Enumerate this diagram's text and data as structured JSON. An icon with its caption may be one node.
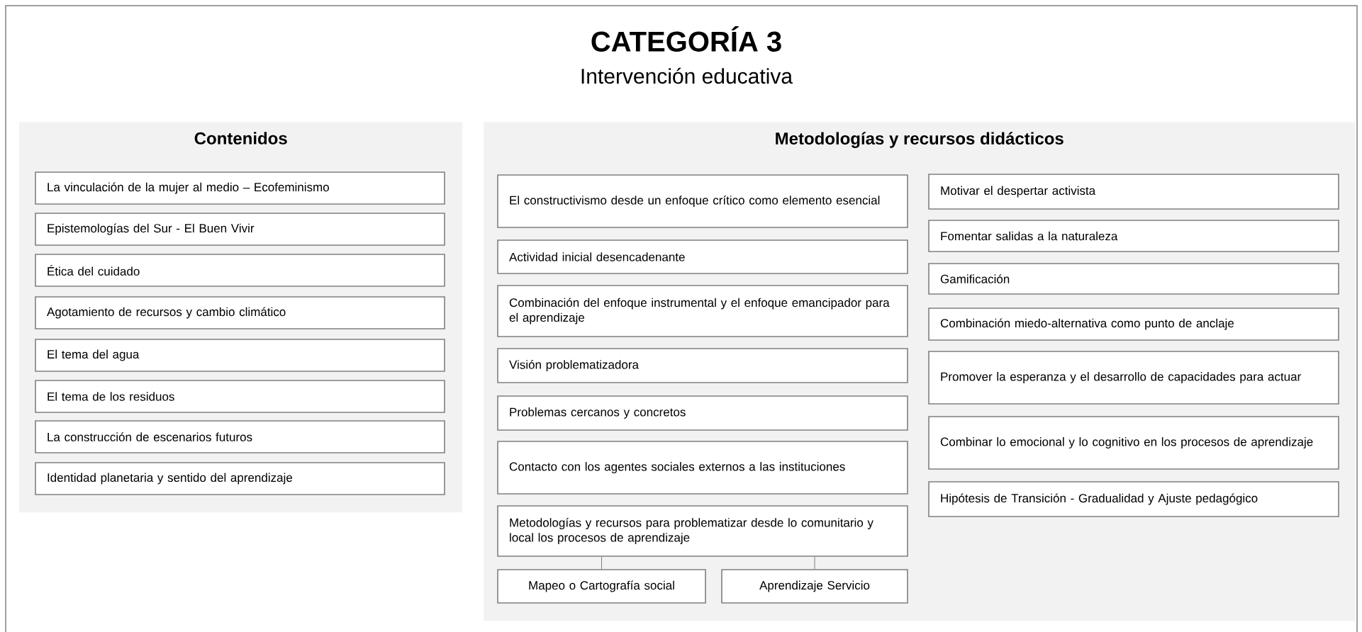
{
  "diagram": {
    "title": "CATEGORÍA 3",
    "nodes": [
      {
        "text": [
          "Contenidos"
        ]
      },
      {
        "text": [
          "La vinculación de la mujer al medio – Ecofeminismo"
        ],
        "in": 0
      },
      {
        "text": [
          "Epistemologías del Sur - El Buen Vivir"
        ],
        "in": 0
      },
      {
        "text": [
          "Ética del cuidado"
        ],
        "in": 0
      },
      {
        "text": [
          "Agotamiento de recursos y cambio climático"
        ],
        "in": 0
      },
      {
        "text": [
          "El tema del agua"
        ],
        "in": 0
      },
      {
        "text": [
          "El tema de los residuos"
        ],
        "in": 0
      },
      {
        "text": [
          "La construcción de escenarios futuros"
        ],
        "in": 0
      },
      {
        "text": [
          "Identidad planetaria y sentido del aprendizaje"
        ],
        "in": 0
      },
      {
        "text": [
          "Metodologías y recursos didácticos"
        ]
      },
      {
        "text": [
          "El constructivismo desde un enfoque crítico como elemento esencial"
        ],
        "in": 9
      },
      {
        "text": [
          "Actividad inicial desencadenante"
        ],
        "in": 9
      },
      {
        "text": [
          "Combinación del enfoque instrumental y el enfoque emancipador para el aprendizaje"
        ],
        "in": 9
      },
      {
        "text": [
          "Visión problematizadora"
        ],
        "in": 9
      },
      {
        "text": [
          "Problemas cercanos y concretos"
        ],
        "in": 9
      },
      {
        "text": [
          "Contacto con los agentes sociales externos a las instituciones"
        ],
        "in": 9
      },
      {
        "text": [
          "Metodologías y recursos para problematizar desde lo comunitario y local los procesos de aprendizaje"
        ],
        "in": 9
      },
      {
        "text": [
          "Mapeo o Cartografía social"
        ],
        "in": 9
      },
      {
        "text": [
          "Aprendizaje Servicio"
        ],
        "in": 9
      },
      {
        "text": [
          "Motivar el despertar activista"
        ],
        "in": 9
      },
      {
        "text": [
          "Fomentar salidas a la naturaleza"
        ],
        "in": 9
      },
      {
        "text": [
          "Gamificación"
        ],
        "in": 9
      },
      {
        "text": [
          "Combinación miedo-alternativa como punto de anclaje"
        ],
        "in": 9
      },
      {
        "text": [
          "Promover la esperanza y el desarrollo de capacidades para actuar"
        ],
        "in": 9
      },
      {
        "text": [
          "Combinar lo emocional y lo cognitivo en los procesos de aprendizaje"
        ],
        "in": 9
      },
      {
        "text": [
          "Hipótesis de Transición - Gradualidad y Ajuste pedagógico"
        ],
        "in": 9
      }
    ],
    "edges": [
      {
        "from": 16,
        "to": 17,
        "arrow": "none"
      },
      {
        "from": 16,
        "to": 18,
        "arrow": "none"
      }
    ],
    "labels": [
      "Intervención educativa"
    ]
  }
}
